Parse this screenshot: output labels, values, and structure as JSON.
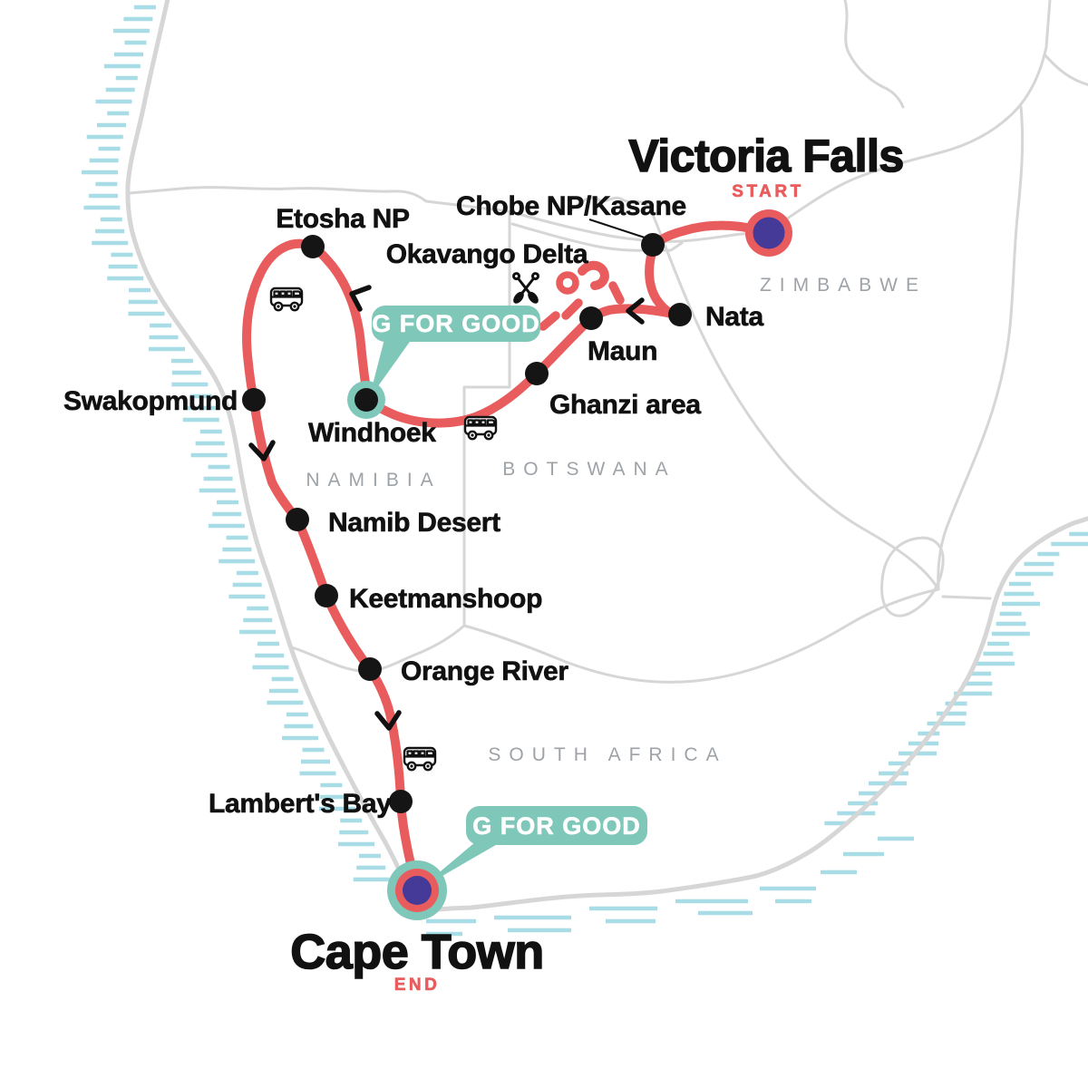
{
  "map": {
    "start": {
      "city": "Victoria Falls",
      "tag": "START"
    },
    "end": {
      "city": "Cape Town",
      "tag": "END"
    },
    "stops": {
      "etosha": "Etosha NP",
      "chobe": "Chobe NP/Kasane",
      "okavango": "Okavango Delta",
      "nata": "Nata",
      "maun": "Maun",
      "ghanzi": "Ghanzi area",
      "windhoek": "Windhoek",
      "swakopmund": "Swakopmund",
      "namib_desert": "Namib Desert",
      "keetmanshoop": "Keetmanshoop",
      "orange_river": "Orange River",
      "lamberts_bay": "Lambert's Bay"
    },
    "countries": {
      "namibia": "NAMIBIA",
      "botswana": "BOTSWANA",
      "zimbabwe": "ZIMBABWE",
      "south_africa": "SOUTH AFRICA"
    },
    "badges": {
      "windhoek": "G FOR GOOD",
      "cape_town": "G FOR GOOD"
    },
    "colors": {
      "route": "#E95C5D",
      "marker_inner": "#453A97",
      "g_for_good_teal": "#7FC7B9",
      "map_border": "#D6D6D6",
      "coast_hatch": "#A8DCE6",
      "country_label": "#9EA3A8",
      "stop_dot": "#151515"
    }
  }
}
